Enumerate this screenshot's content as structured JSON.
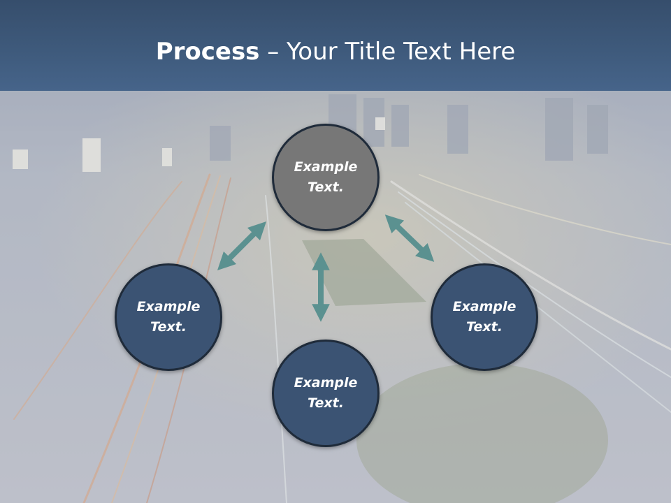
{
  "title": {
    "bold": "Process",
    "rest": " – Your Title Text Here"
  },
  "nodes": {
    "top": {
      "line1": "Example",
      "line2": "Text."
    },
    "left": {
      "line1": "Example",
      "line2": "Text."
    },
    "right": {
      "line1": "Example",
      "line2": "Text."
    },
    "bottom": {
      "line1": "Example",
      "line2": "Text."
    }
  },
  "colors": {
    "title_bar": "#3f5b7d",
    "top_circle": "#777777",
    "blue_circle": "#3b5373",
    "arrow": "#5b9190"
  }
}
